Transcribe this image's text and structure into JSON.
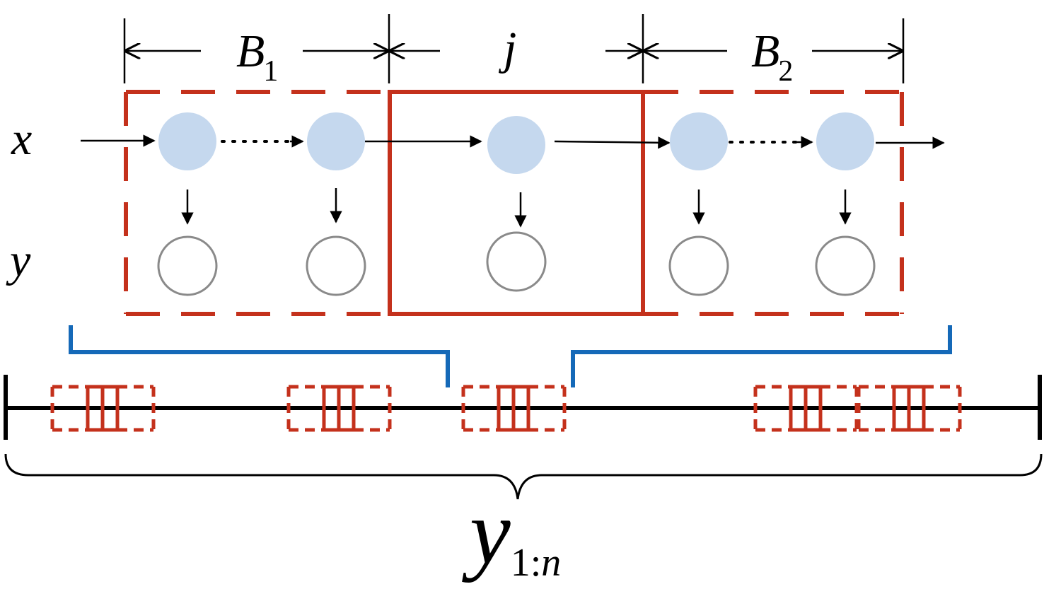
{
  "labels": {
    "block1": {
      "main": "B",
      "sub": "1"
    },
    "center": "j",
    "block2": {
      "main": "B",
      "sub": "2"
    },
    "row_x": "x",
    "row_y": "y",
    "sequence": {
      "main": "y",
      "sub_num": "1:",
      "sub_var": "n"
    }
  },
  "colors": {
    "hidden_fill": "#c5d8ee",
    "observed_stroke": "#8a8a8a",
    "block_red": "#c4311c",
    "bracket_blue": "#1569b8",
    "line": "#000000"
  }
}
